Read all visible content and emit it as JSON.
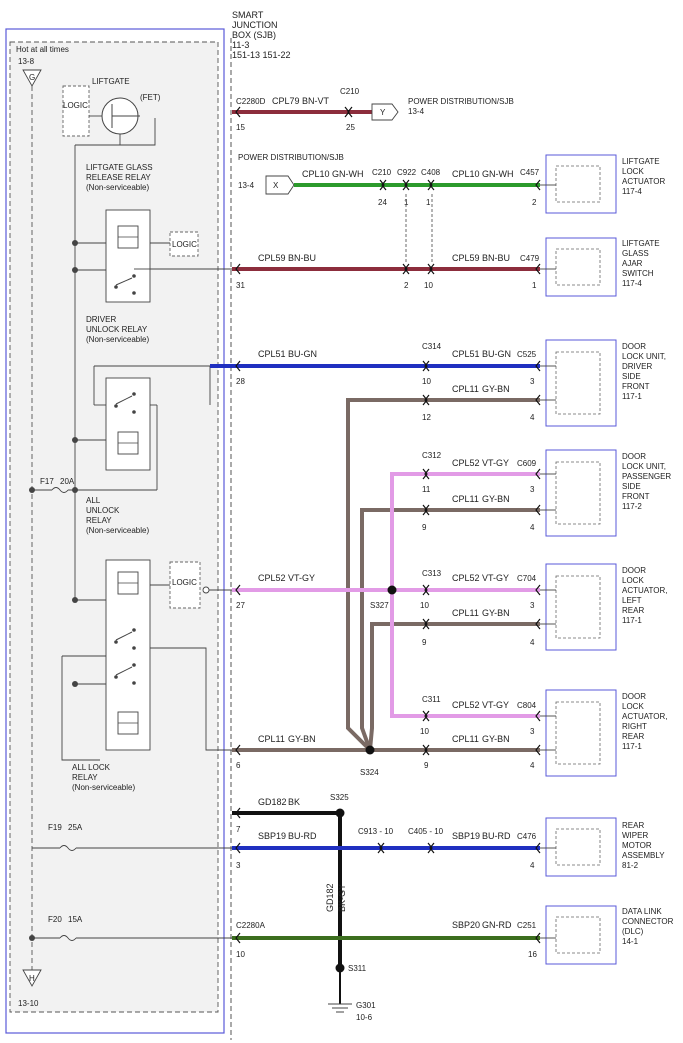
{
  "sjb": {
    "title_lines": [
      "SMART",
      "JUNCTION",
      "BOX (SJB)",
      "11-3",
      "151-13  151-22"
    ],
    "hot_label": "Hot at all times",
    "ref_top": "13-8",
    "ref_bottom": "13-10",
    "node_top": "G",
    "node_bottom": "H"
  },
  "relays": {
    "logic": "LOGIC",
    "liftgate": "LIFTGATE",
    "fet": "(FET)",
    "glass_release": [
      "LIFTGATE GLASS",
      "RELEASE RELAY",
      "(Non-serviceable)"
    ],
    "driver_unlock": [
      "DRIVER",
      "UNLOCK RELAY",
      "(Non-serviceable)"
    ],
    "all_unlock": [
      "ALL",
      "UNLOCK",
      "RELAY",
      "(Non-serviceable)"
    ],
    "all_lock": [
      "ALL LOCK",
      "RELAY",
      "(Non-serviceable)"
    ]
  },
  "fuses": [
    {
      "name": "F17",
      "rating": "20A"
    },
    {
      "name": "F19",
      "rating": "25A"
    },
    {
      "name": "F20",
      "rating": "15A"
    }
  ],
  "wires": {
    "cpl79": {
      "circuit": "CPL79",
      "color": "BN-VT"
    },
    "cpl10": {
      "circuit": "CPL10",
      "color": "GN-WH"
    },
    "cpl59": {
      "circuit": "CPL59",
      "color": "BN-BU"
    },
    "cpl51": {
      "circuit": "CPL51",
      "color": "BU-GN"
    },
    "cpl11": {
      "circuit": "CPL11",
      "color": "GY-BN"
    },
    "cpl52": {
      "circuit": "CPL52",
      "color": "VT-GY"
    },
    "gd182": {
      "circuit": "GD182",
      "color": "BK"
    },
    "gd182v": {
      "circuit": "GD182",
      "color": "BK-GY"
    },
    "sbp19": {
      "circuit": "SBP19",
      "color": "BU-RD"
    },
    "sbp20": {
      "circuit": "SBP20",
      "color": "GN-RD"
    }
  },
  "connectors": {
    "c2280d": "C2280D",
    "c210": "C210",
    "c922": "C922",
    "c408": "C408",
    "c457": "C457",
    "c479": "C479",
    "c314": "C314",
    "c525": "C525",
    "c312": "C312",
    "c609": "C609",
    "c313": "C313",
    "c704": "C704",
    "c311": "C311",
    "c804": "C804",
    "c913": "C913 - 10",
    "c405": "C405 - 10",
    "c476": "C476",
    "c2280a": "C2280A",
    "c251": "C251"
  },
  "pins": {
    "p15": "15",
    "p25": "25",
    "p24": "24",
    "p1": "1",
    "p2": "2",
    "p31": "31",
    "p10": "10",
    "p28": "28",
    "p3": "3",
    "p4": "4",
    "p12": "12",
    "p11": "11",
    "p9": "9",
    "p27": "27",
    "p6": "6",
    "p7": "7",
    "p16": "16"
  },
  "splices": {
    "s327": "S327",
    "s324": "S324",
    "s325": "S325",
    "s311": "S311"
  },
  "offsheet": {
    "y_letter": "Y",
    "y_label": [
      "POWER DISTRIBUTION/SJB",
      "13-4"
    ],
    "x_letter": "X",
    "x_label_top": "POWER DISTRIBUTION/SJB",
    "x_ref": "13-4"
  },
  "components": {
    "liftgate_actuator": [
      "LIFTGATE",
      "LOCK",
      "ACTUATOR",
      "117-4"
    ],
    "liftgate_ajar": [
      "LIFTGATE",
      "GLASS",
      "AJAR",
      "SWITCH",
      "117-4"
    ],
    "door_driver": [
      "DOOR",
      "LOCK UNIT,",
      "DRIVER",
      "SIDE",
      "FRONT",
      "117-1"
    ],
    "door_passenger": [
      "DOOR",
      "LOCK UNIT,",
      "PASSENGER",
      "SIDE",
      "FRONT",
      "117-2"
    ],
    "door_left_rear": [
      "DOOR",
      "LOCK",
      "ACTUATOR,",
      "LEFT",
      "REAR",
      "117-1"
    ],
    "door_right_rear": [
      "DOOR",
      "LOCK",
      "ACTUATOR,",
      "RIGHT",
      "REAR",
      "117-1"
    ],
    "rear_wiper": [
      "REAR",
      "WIPER",
      "MOTOR",
      "ASSEMBLY",
      "81-2"
    ],
    "dlc": [
      "DATA LINK",
      "CONNECTOR",
      "(DLC)",
      "14-1"
    ]
  },
  "ground": {
    "name": "G301",
    "ref": "10-6"
  },
  "colors": {
    "frame": "#5a5ad8",
    "brown_violet": "#8c2d3c",
    "green": "#2c9a2c",
    "dark_green": "#3c6e1e",
    "blue": "#1f2fc0",
    "violet_gray": "#e29be6",
    "gray_brown": "#7a6a64",
    "black": "#111111"
  }
}
